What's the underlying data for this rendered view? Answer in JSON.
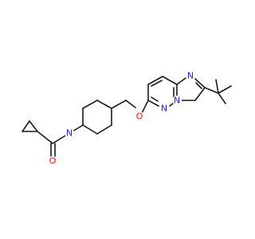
{
  "molecule": {
    "atoms": [
      {
        "id": "N1",
        "label": "N",
        "color": "#1f1fff"
      },
      {
        "id": "O1",
        "label": "O",
        "color": "#ff0d0d"
      },
      {
        "id": "O2",
        "label": "O",
        "color": "#ff0d0d"
      },
      {
        "id": "N2",
        "label": "N",
        "color": "#1f1fff"
      },
      {
        "id": "N3",
        "label": "N",
        "color": "#1f1fff"
      },
      {
        "id": "N4",
        "label": "N",
        "color": "#1f1fff"
      }
    ],
    "bond_color": "#1a1a1a"
  }
}
